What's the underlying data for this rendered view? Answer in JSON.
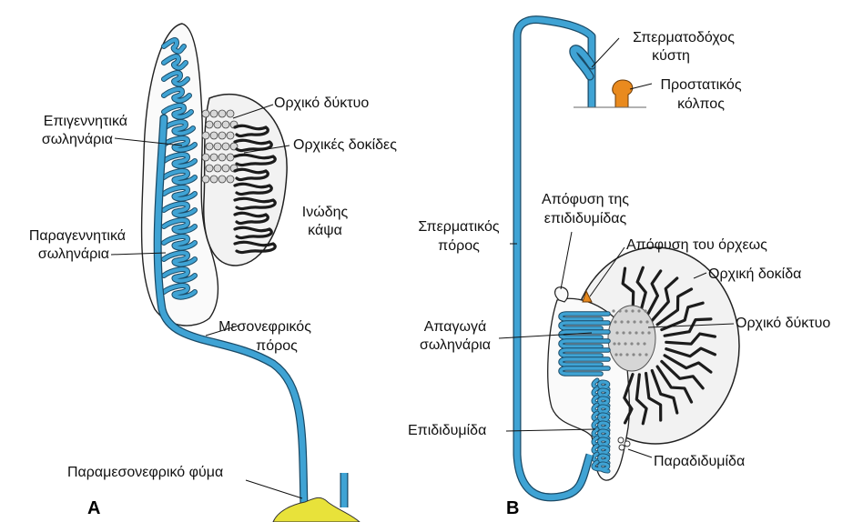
{
  "panels": {
    "a": "A",
    "b": "B"
  },
  "colors": {
    "duct": "#3fa3d4",
    "tubule_dark": "#1c1c1c",
    "organ_fill": "#f3f3f3",
    "accent_orange": "#e98a1e",
    "accent_yellow": "#e8e23a"
  },
  "labels_a": {
    "rete": "Ορχικό δύκτυο",
    "cords": "Ορχικές δοκίδες",
    "tunica_1": "Ινώδης",
    "tunica_2": "κάψα",
    "epigenital_1": "Επιγεννητικά",
    "epigenital_2": "σωληνάρια",
    "paragenital_1": "Παραγεννητικά",
    "paragenital_2": "σωληνάρια",
    "mesonephric_1": "Μεσονεφρικός",
    "mesonephric_2": "πόρος",
    "paramesonephric": "Παραμεσονεφρικό φύμα"
  },
  "labels_b": {
    "seminal_1": "Σπερματοδόχος",
    "seminal_2": "κύστη",
    "prostatic_1": "Προστατικός",
    "prostatic_2": "κόλπος",
    "appendix_epi_1": "Απόφυση της",
    "appendix_epi_2": "επιδιδυμίδας",
    "vas_1": "Σπερματικός",
    "vas_2": "πόρος",
    "appendix_testis": "Απόφυση του όρχεως",
    "cord": "Ορχική δοκίδα",
    "rete": "Ορχικό δύκτυο",
    "efferent_1": "Απαγωγά",
    "efferent_2": "σωληνάρια",
    "epididymis": "Επιδιδυμίδα",
    "paradidymis": "Παραδιδυμίδα"
  }
}
